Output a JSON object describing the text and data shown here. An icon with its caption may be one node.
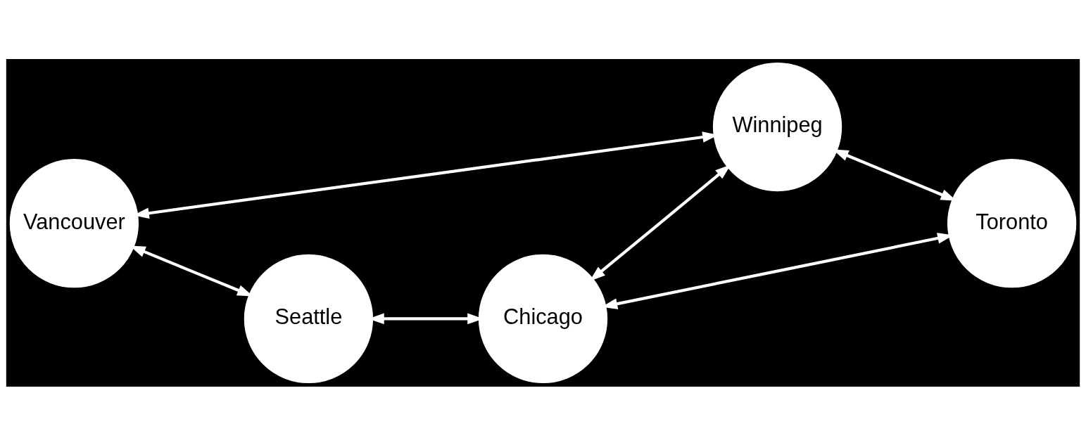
{
  "diagram": {
    "nodes": [
      {
        "text": [
          "Vancouver"
        ]
      },
      {
        "text": [
          "Winnipeg"
        ]
      },
      {
        "text": [
          "Toronto"
        ]
      },
      {
        "text": [
          "Seattle"
        ]
      },
      {
        "text": [
          "Chicago"
        ]
      }
    ],
    "edges": [
      {
        "from": 0,
        "to": 1,
        "arrow": "both"
      },
      {
        "from": 1,
        "to": 2,
        "arrow": "both"
      },
      {
        "from": 0,
        "to": 3,
        "arrow": "both"
      },
      {
        "from": 3,
        "to": 4,
        "arrow": "both"
      },
      {
        "from": 4,
        "to": 1,
        "arrow": "both"
      },
      {
        "from": 4,
        "to": 2,
        "arrow": "both"
      }
    ]
  }
}
